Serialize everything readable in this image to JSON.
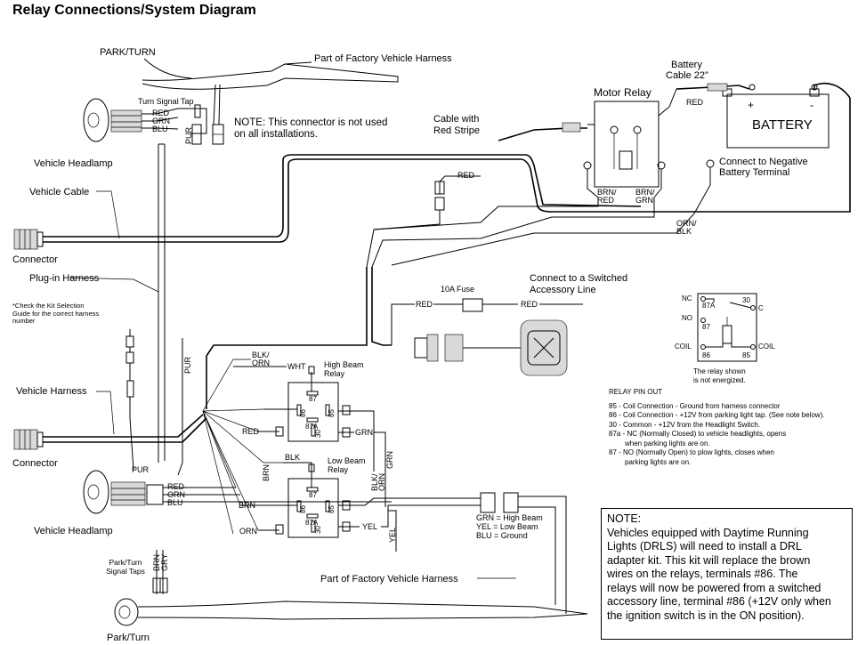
{
  "title": "Relay Connections/System Diagram",
  "labels": {
    "park_turn_top": "PARK/TURN",
    "factory_harness_top": "Part of Factory Vehicle Harness",
    "turn_signal_tap": "Turn Signal Tap",
    "red": "RED",
    "orn": "ORN",
    "blu": "BLU",
    "pur": "PUR",
    "connector_note": "NOTE: This connector is not used on all installations.",
    "vehicle_headlamp_top": "Vehicle Headlamp",
    "vehicle_cable": "Vehicle Cable",
    "connector_top": "Connector",
    "plugin_harness": "Plug-in Harness",
    "kit_note": "*Check the Kit Selection Guide for the correct harness number",
    "vehicle_harness": "Vehicle Harness",
    "connector_bottom": "Connector",
    "vehicle_headlamp_bottom": "Vehicle Headlamp",
    "park_turn_taps": "Park/Turn Signal Taps",
    "park_turn_bottom": "Park/Turn",
    "brn": "BRN",
    "gry": "GRY",
    "factory_harness_bottom": "Part of Factory Vehicle Harness",
    "cable_red_stripe": "Cable with Red Stripe",
    "motor_relay": "Motor Relay",
    "battery_cable": "Battery Cable 22\"",
    "battery": "BATTERY",
    "plus": "+",
    "minus": "-",
    "connect_negative": "Connect to Negative Battery Terminal",
    "brn_red": "BRN/ RED",
    "brn_grn": "BRN/ GRN",
    "orn_blk": "ORN/ BLK",
    "fuse_10a": "10A Fuse",
    "switched_accessory": "Connect to a Switched Accessory Line",
    "blk_orn": "BLK/ ORN",
    "wht": "WHT",
    "high_beam_relay": "High Beam Relay",
    "blk": "BLK",
    "low_beam_relay": "Low Beam Relay",
    "grn": "GRN",
    "yel": "YEL",
    "wire_legend": "GRN = High Beam YEL = Low Beam BLU = Ground",
    "relay_terminals": [
      "87",
      "86",
      "85",
      "87A",
      "30"
    ],
    "nc": "NC",
    "no": "NO",
    "coil": "COIL",
    "c": "C",
    "relay_shown": "The relay shown is not energized."
  },
  "pinout": {
    "heading": "RELAY PIN OUT",
    "lines": [
      "85 - Coil Connection - Ground from harness connector",
      "86 - Coil Connection - +12V from parking light tap.  (See note below).",
      "30 - Common - +12V from the Headlight Switch.",
      "87a - NC (Normally Closed) to vehicle headlights,  opens",
      "when parking lights are on.",
      "87 - NO (Normally Open) to plow lights, closes when",
      "parking lights are on."
    ]
  },
  "note": {
    "heading": "NOTE:",
    "lines": [
      "Vehicles equipped with Daytime Running",
      "Lights (DRLS) will need to install a DRL",
      "adapter kit. This kit will replace the brown",
      "wires on the relays, terminals #86.  The",
      "relays will now be powered from a switched",
      "accessory line, terminal #86 (+12V only when",
      "the ignition switch is in the ON position)."
    ]
  }
}
